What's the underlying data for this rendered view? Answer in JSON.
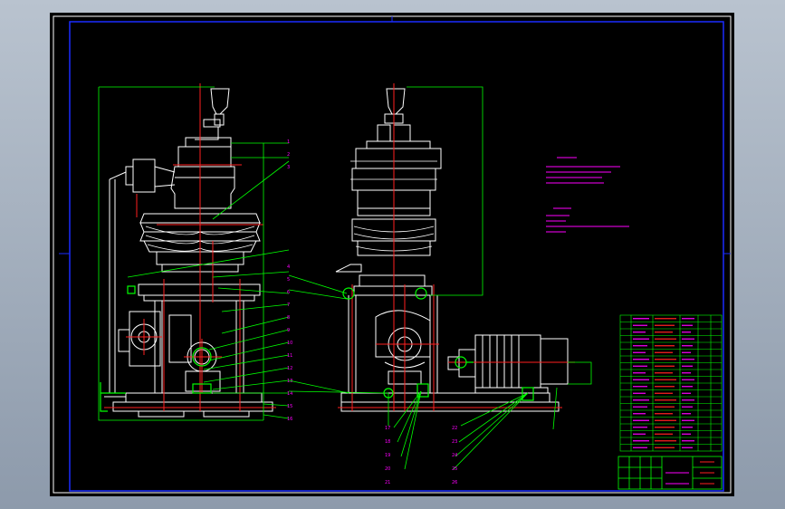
{
  "colors": {
    "frame": "#1a2cff",
    "border_outer": "#ffffff",
    "outline": "#ffffff",
    "center": "#ff2020",
    "leader": "#00ff00",
    "note": "#ff00ff",
    "background": "#000000"
  },
  "drawing": {
    "leader_numbers_left": [
      "1",
      "2",
      "3",
      "4",
      "5",
      "6",
      "7",
      "8",
      "9",
      "10",
      "11",
      "12",
      "13",
      "14",
      "15",
      "16"
    ],
    "leader_numbers_right": [
      "17",
      "18",
      "19",
      "20",
      "21",
      "22",
      "23",
      "24",
      "25",
      "26"
    ],
    "notes_lines": 4,
    "tech_lines": 4,
    "bom_rows": 20,
    "title_block_cells": 3
  }
}
